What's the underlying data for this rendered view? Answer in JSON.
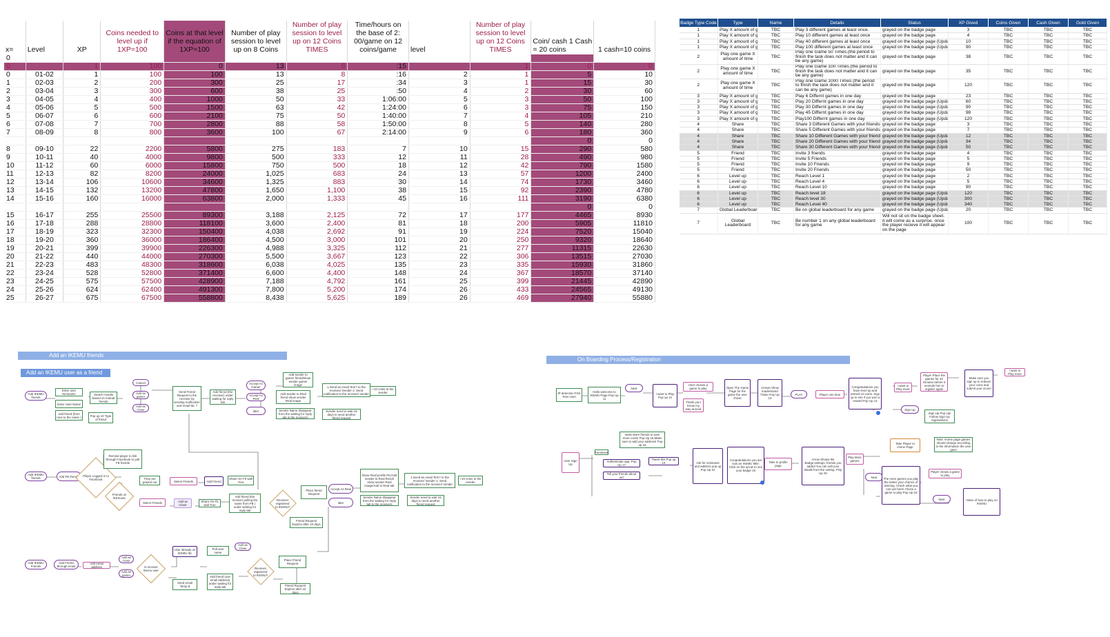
{
  "level_table": {
    "headers": [
      "x=",
      "Level",
      "XP",
      "Coins needed to level up if 1XP=100",
      "Coins at that level if the equation of 1XP=100",
      "Number of play session to level up on 8 Coins",
      "Number of play session to level up on 12 Coins TIMES",
      "Time/hours on the base of 2: 00/game on 12 coins/game",
      "level",
      "Number of play session to level up on 12 Coins TIMES",
      "Coin/ cash 1 Cash = 20 coins",
      "1 cash=10 coins"
    ],
    "rows": [
      [
        "0",
        "",
        "",
        "",
        "",
        "",
        "",
        "",
        "",
        "",
        "",
        ""
      ],
      [
        "0",
        "",
        "1",
        "100",
        "0",
        "13",
        "8",
        ":15",
        "",
        "1",
        "0",
        "0"
      ],
      [
        "0",
        "01-02",
        "1",
        "100",
        "100",
        "13",
        "8",
        ":16",
        "2",
        "1",
        "5",
        "10"
      ],
      [
        "1",
        "02-03",
        "2",
        "200",
        "300",
        "25",
        "17",
        ":34",
        "3",
        "1",
        "15",
        "30"
      ],
      [
        "2",
        "03-04",
        "3",
        "300",
        "600",
        "38",
        "25",
        ":50",
        "4",
        "2",
        "30",
        "60"
      ],
      [
        "3",
        "04-05",
        "4",
        "400",
        "1000",
        "50",
        "33",
        "1:06:00",
        "5",
        "3",
        "50",
        "100"
      ],
      [
        "4",
        "05-06",
        "5",
        "500",
        "1500",
        "63",
        "42",
        "1:24:00",
        "6",
        "3",
        "75",
        "150"
      ],
      [
        "5",
        "06-07",
        "6",
        "600",
        "2100",
        "75",
        "50",
        "1:40:00",
        "7",
        "4",
        "105",
        "210"
      ],
      [
        "6",
        "07-08",
        "7",
        "700",
        "2800",
        "88",
        "58",
        "1:50:00",
        "8",
        "5",
        "140",
        "280"
      ],
      [
        "7",
        "08-09",
        "8",
        "800",
        "3600",
        "100",
        "67",
        "2:14:00",
        "9",
        "6",
        "180",
        "360"
      ],
      [
        "",
        "",
        "",
        "",
        "",
        "",
        "",
        "",
        "",
        "",
        "0",
        "0"
      ],
      [
        "8",
        "09-10",
        "22",
        "2200",
        "5800",
        "275",
        "183",
        "7",
        "10",
        "15",
        "290",
        "580"
      ],
      [
        "9",
        "10-11",
        "40",
        "4000",
        "9800",
        "500",
        "333",
        "12",
        "11",
        "28",
        "490",
        "980"
      ],
      [
        "10",
        "11-12",
        "60",
        "6000",
        "15800",
        "750",
        "500",
        "18",
        "12",
        "42",
        "790",
        "1580"
      ],
      [
        "11",
        "12-13",
        "82",
        "8200",
        "24000",
        "1,025",
        "683",
        "24",
        "13",
        "57",
        "1200",
        "2400"
      ],
      [
        "12",
        "13-14",
        "106",
        "10600",
        "34600",
        "1,325",
        "883",
        "30",
        "14",
        "74",
        "1730",
        "3460"
      ],
      [
        "13",
        "14-15",
        "132",
        "13200",
        "47800",
        "1,650",
        "1,100",
        "38",
        "15",
        "92",
        "2390",
        "4780"
      ],
      [
        "14",
        "15-16",
        "160",
        "16000",
        "63800",
        "2,000",
        "1,333",
        "45",
        "16",
        "111",
        "3190",
        "6380"
      ],
      [
        "",
        "",
        "",
        "",
        "",
        "",
        "",
        "",
        "",
        "",
        "0",
        "0"
      ],
      [
        "15",
        "16-17",
        "255",
        "25500",
        "89300",
        "3,188",
        "2,125",
        "72",
        "17",
        "177",
        "4465",
        "8930"
      ],
      [
        "16",
        "17-18",
        "288",
        "28800",
        "118100",
        "3,600",
        "2,400",
        "81",
        "18",
        "200",
        "5905",
        "11810"
      ],
      [
        "17",
        "18-19",
        "323",
        "32300",
        "150400",
        "4,038",
        "2,692",
        "91",
        "19",
        "224",
        "7520",
        "15040"
      ],
      [
        "18",
        "19-20",
        "360",
        "36000",
        "186400",
        "4,500",
        "3,000",
        "101",
        "20",
        "250",
        "9320",
        "18640"
      ],
      [
        "19",
        "20-21",
        "399",
        "39900",
        "226300",
        "4,988",
        "3,325",
        "112",
        "21",
        "277",
        "11315",
        "22630"
      ],
      [
        "20",
        "21-22",
        "440",
        "44000",
        "270300",
        "5,500",
        "3,667",
        "123",
        "22",
        "306",
        "13515",
        "27030"
      ],
      [
        "21",
        "22-23",
        "483",
        "48300",
        "318600",
        "6,038",
        "4,025",
        "135",
        "23",
        "335",
        "15930",
        "31860"
      ],
      [
        "22",
        "23-24",
        "528",
        "52800",
        "371400",
        "6,600",
        "4,400",
        "148",
        "24",
        "367",
        "18570",
        "37140"
      ],
      [
        "23",
        "24-25",
        "575",
        "57500",
        "428900",
        "7,188",
        "4,792",
        "161",
        "25",
        "399",
        "21445",
        "42890"
      ],
      [
        "24",
        "25-26",
        "624",
        "62400",
        "491300",
        "7,800",
        "5,200",
        "174",
        "26",
        "433",
        "24565",
        "49130"
      ],
      [
        "25",
        "26-27",
        "675",
        "67500",
        "558800",
        "8,438",
        "5,625",
        "189",
        "26",
        "469",
        "27940",
        "55880"
      ]
    ]
  },
  "badge_table": {
    "headers": [
      "Badge Type Code",
      "Type",
      "Name",
      "Details",
      "Status",
      "XP Gived",
      "Coins Given",
      "Cash Given",
      "Gold Given"
    ],
    "rows": [
      [
        "1",
        "Play X amount of games",
        "TBC",
        "Play 3 different games at least once.",
        "grayed on the badge page",
        "3",
        "TBC",
        "TBC",
        "TBC"
      ],
      [
        "1",
        "Play X amount of games",
        "TBC",
        "Play 10 different games at least once",
        "grayed on the badge page",
        "4",
        "TBC",
        "TBC",
        "TBC"
      ],
      [
        "1",
        "Play X amount of games",
        "TBC",
        "Play 40 different games at least once",
        "grayed on the badge page (Update)",
        "10",
        "TBC",
        "TBC",
        "TBC"
      ],
      [
        "1",
        "Play X amount of games",
        "TBC",
        "Play 100 different games at least once",
        "grayed on the badge page (Update)",
        "90",
        "TBC",
        "TBC",
        "TBC"
      ],
      [
        "2",
        "Play one game X amount of time",
        "TBC",
        "Play one Game 50 Times.(the period to finish the task does not matter and it can be any game)",
        "grayed on the badge page",
        "38",
        "TBC",
        "TBC",
        "TBC"
      ],
      [
        "2",
        "Play one game X amount of time",
        "TBC",
        "Play one Game 100 Times.(the period to finish the task does not matter and it can be any game)",
        "grayed on the badge page",
        "35",
        "TBC",
        "TBC",
        "TBC"
      ],
      [
        "2",
        "Play one game X amount of time",
        "TBC",
        "Play one Game 1000 Times.(the period to finish the task does not matter and it can be any game)",
        "grayed on the badge page",
        "120",
        "TBC",
        "TBC",
        "TBC"
      ],
      [
        "3",
        "Play X amount of games in one day",
        "TBC",
        "Play 6 Differnt games in one day",
        "grayed on the badge page",
        "23",
        "TBC",
        "TBC",
        "TBC"
      ],
      [
        "3",
        "Play X amount of games in one day",
        "TBC",
        "Play 20 Differnt games in one day",
        "grayed on the badge page (Update)",
        "60",
        "TBC",
        "TBC",
        "TBC"
      ],
      [
        "3",
        "Play X amount of games in one day",
        "TBC",
        "Play 30 Differnt games in one day",
        "grayed on the badge page (Update)",
        "90",
        "TBC",
        "TBC",
        "TBC"
      ],
      [
        "3",
        "Play X amount of games in one day",
        "TBC",
        "Play 45 Differnt games in one day",
        "grayed on the badge page (Update)",
        "98",
        "TBC",
        "TBC",
        "TBC"
      ],
      [
        "3",
        "Play X amount of games in one day",
        "TBC",
        "Play100 Differnt games in one day",
        "grayed on the badge page (Update)",
        "120",
        "TBC",
        "TBC",
        "TBC"
      ],
      [
        "4",
        "Share",
        "TBC",
        "Share 3 Different Games with your friends",
        "grayed on the badge page",
        "3",
        "TBC",
        "TBC",
        "TBC"
      ],
      [
        "4",
        "Share",
        "TBC",
        "Share 5 Different Games with your friends",
        "grayed on the badge page",
        "7",
        "TBC",
        "TBC",
        "TBC"
      ],
      [
        "4",
        "Share",
        "TBC",
        "Share 10 Different Games with your friends",
        "grayed on the badge page (Update)",
        "12",
        "TBC",
        "TBC",
        "TBC"
      ],
      [
        "4",
        "Share",
        "TBC",
        "Share 20 Different Games with your friends",
        "grayed on the badge page (Update)",
        "34",
        "TBC",
        "TBC",
        "TBC"
      ],
      [
        "4",
        "Share",
        "TBC",
        "Share 30 Different Games with your friends",
        "grayed on the badge page (Update)",
        "50",
        "TBC",
        "TBC",
        "TBC"
      ],
      [
        "5",
        "Friend",
        "TBC",
        "Invite 3 friends",
        "grayed on the badge page",
        "4",
        "TBC",
        "TBC",
        "TBC"
      ],
      [
        "5",
        "Friend",
        "TBC",
        "Invite 5 Friends",
        "grayed on the badge page",
        "5",
        "TBC",
        "TBC",
        "TBC"
      ],
      [
        "5",
        "Friend",
        "TBC",
        "Invite 10 Friends",
        "grayed on the badge page",
        "9",
        "TBC",
        "TBC",
        "TBC"
      ],
      [
        "5",
        "Friend",
        "TBC",
        "Invite 20 Friends",
        "grayed on the badge page",
        "50",
        "TBC",
        "TBC",
        "TBC"
      ],
      [
        "6",
        "Level up",
        "TBC",
        "Reach Level 1",
        "grayed on the badge page",
        "2",
        "TBC",
        "TBC",
        "TBC"
      ],
      [
        "6",
        "Level up",
        "TBC",
        "Reach Level 4",
        "grayed on the badge page",
        "5",
        "TBC",
        "TBC",
        "TBC"
      ],
      [
        "6",
        "Level up",
        "TBC",
        "Reach Level 10",
        "grayed on the badge page",
        "90",
        "TBC",
        "TBC",
        "TBC"
      ],
      [
        "6",
        "Level up",
        "TBC",
        "Reach level 18",
        "grayed on the badge page (Update)",
        "120",
        "TBC",
        "TBC",
        "TBC"
      ],
      [
        "6",
        "Level up",
        "TBC",
        "Reach level 30",
        "grayed on the badge page (Update)",
        "300",
        "TBC",
        "TBC",
        "TBC"
      ],
      [
        "6",
        "Level up",
        "TBC",
        "Reach Level 40",
        "grayed on the badge page (Update)",
        "340",
        "TBC",
        "TBC",
        "TBC"
      ],
      [
        "7",
        "Global Leaderboard",
        "TBC",
        "Be on global leaderboard for any game",
        "grayed on the badge page (Update)",
        "20",
        "TBC",
        "TBC",
        "TBC"
      ],
      [
        "7",
        "Global Leaderboard",
        "TBC",
        "Be number 1 on any global leaderboard for any game",
        "Will not sit on the badge sheet. it will come as a surprise. once the player recieve it will appear on the page",
        "100",
        "TBC",
        "TBC",
        "TBC"
      ]
    ]
  },
  "friends_flow": {
    "title": "Add an IKEMU friends",
    "subtitle": "Add an IKEMU user as a friend",
    "nodes": [
      "Add IKEMU friends",
      "Enter user Nickname",
      "Enter User Name",
      "Search results based on mutual friends",
      "Add friend (from next to the name )",
      "Pop up 10 Type of friend",
      "Cancel",
      "Add as gamer",
      "Add as Close",
      "Send Friend Request to the receiver by sending notification and email tbc ?",
      "Add friend (the receiver) under waiting for reply tab",
      "Accept As Gamer",
      "Accept As Real",
      "later",
      "Add sender to gamer friend/show sender gamer image",
      "Add sender to Real friend show sender Real image",
      "Sender Name disappear from the waiting for reply tab in the receivers",
      "1.Send an email Tem? to the receiver/ Sender 2. Send notification to the receiver/ sender",
      "+10 coins to the sender",
      "Sender need to wait 15 days to send another friend request",
      "Add IKEMU friends",
      "Add FB friends",
      "Player Logged in to Facebook",
      "Remind player to link through Facebook to pull FB friends",
      "They are grayed out",
      "Select Friends",
      "Add Friend",
      "Share On Fb wall Your",
      "Friends on IKEmusic",
      "Select Friends",
      "Add as Close",
      "Share On Fb wall Your",
      "Add friend (the receiver pulling the name from FB ) under waiting for reply tab",
      "Receiver registered to IKEMU?",
      "Place friend Request",
      "Friend Request Expires after 10 days",
      "Accept As Real",
      "later",
      "Show Real profile Pic/Add sender to Real friend/ show sender Real image/Add in Real tab",
      "Sender Name disappear from the waiting for reply tab in the receivers",
      "1.Send an email Tem? to the receiver/ Sender 2. Send notification to the receiver/ sender",
      "+10 coins to the sender",
      "Sender need to wait 15 days to send another friend request",
      "Add IKEMU Friends",
      "Add Friend through email",
      "Add email address",
      "Add as Close",
      "Add as gamer",
      "is receiver Ikemu user",
      "User already on IKEMU tbc",
      "Pull user name",
      "Add as Close",
      "Send email Temp 8",
      "Add friend (use email address) under waiting for reply tab",
      "Receiver registered to IKEMU?",
      "Place Friend Request",
      "Friend Request Expires after 10 days"
    ]
  },
  "onboarding_flow": {
    "title": "On Boarding Process/Registration",
    "nodes": [
      "IP detection First Time User",
      "Hello welcome to IKEMU Page-Pop Up 11",
      "Next",
      "I want to Play Pop up 12",
      "User choses a game to play",
      "Thank you! Know my way around",
      "Open The Game Page for the game the user chose",
      "Arrows Show leaderboard Ticker Pop Up 13",
      "PLAY",
      "Player one time",
      "Congratulations you have level up and earned 10 coins. Sign up to see if you won a reward Pop Up 14",
      "I want to Play more",
      "Sign Up",
      "Player Place the games for 10 minutes before it reminds him to register again",
      "Make sure you sign up to redeem your coins and submit your score!",
      "I want to Play more",
      "Sign Up Pop Up/ Follow Sign Up registrations",
      "User Sign Up",
      "Invite More friends to earn more coins! Pop Up 15,Make sure to add your address! Pop up 16",
      "Facebook",
      "Authenticate app, Pop Up 17",
      "Tweet this Pop up 18",
      "Tell your friends about us?",
      "Ask for nickname and address pop up Pop Up 22",
      "Congratulations you are now an IKEMU Mile: Click on the arrow to see your badge 19",
      "Take to profile page",
      "Arrow Shows the Badge,settings, friends you added You can edit your details from the setting. POp Up 20",
      "Play More games",
      "Next",
      "Take Player to Home Page",
      "Note: Home page games should change according to the information the user gave",
      "The more games you play the better your chance of winning. Check what you can win here! Chose a game to play Pop Up 23",
      "Player chows a game to play",
      "Next",
      "Video of how to play on IKEMU"
    ]
  }
}
